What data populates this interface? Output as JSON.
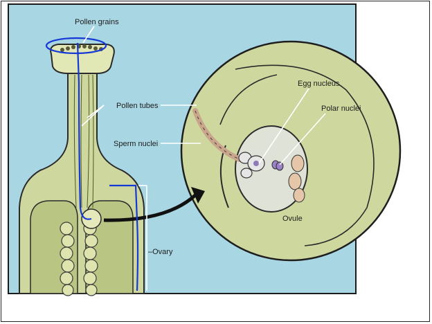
{
  "labels": {
    "pollen_grains": "Pollen grains",
    "pollen_tubes": "Pollen tubes",
    "sperm_nuclei": "Sperm nuclei",
    "egg_nucleus": "Egg nucleus",
    "polar_nuclei": "Polar nuclei",
    "ovule": "Ovule",
    "ovary": "–Ovary"
  },
  "colors": {
    "background": "#a9d6e3",
    "tissue": "#cdd79e",
    "tissue_dark": "#b4c27c",
    "annotation_ink": "#1638d6"
  }
}
